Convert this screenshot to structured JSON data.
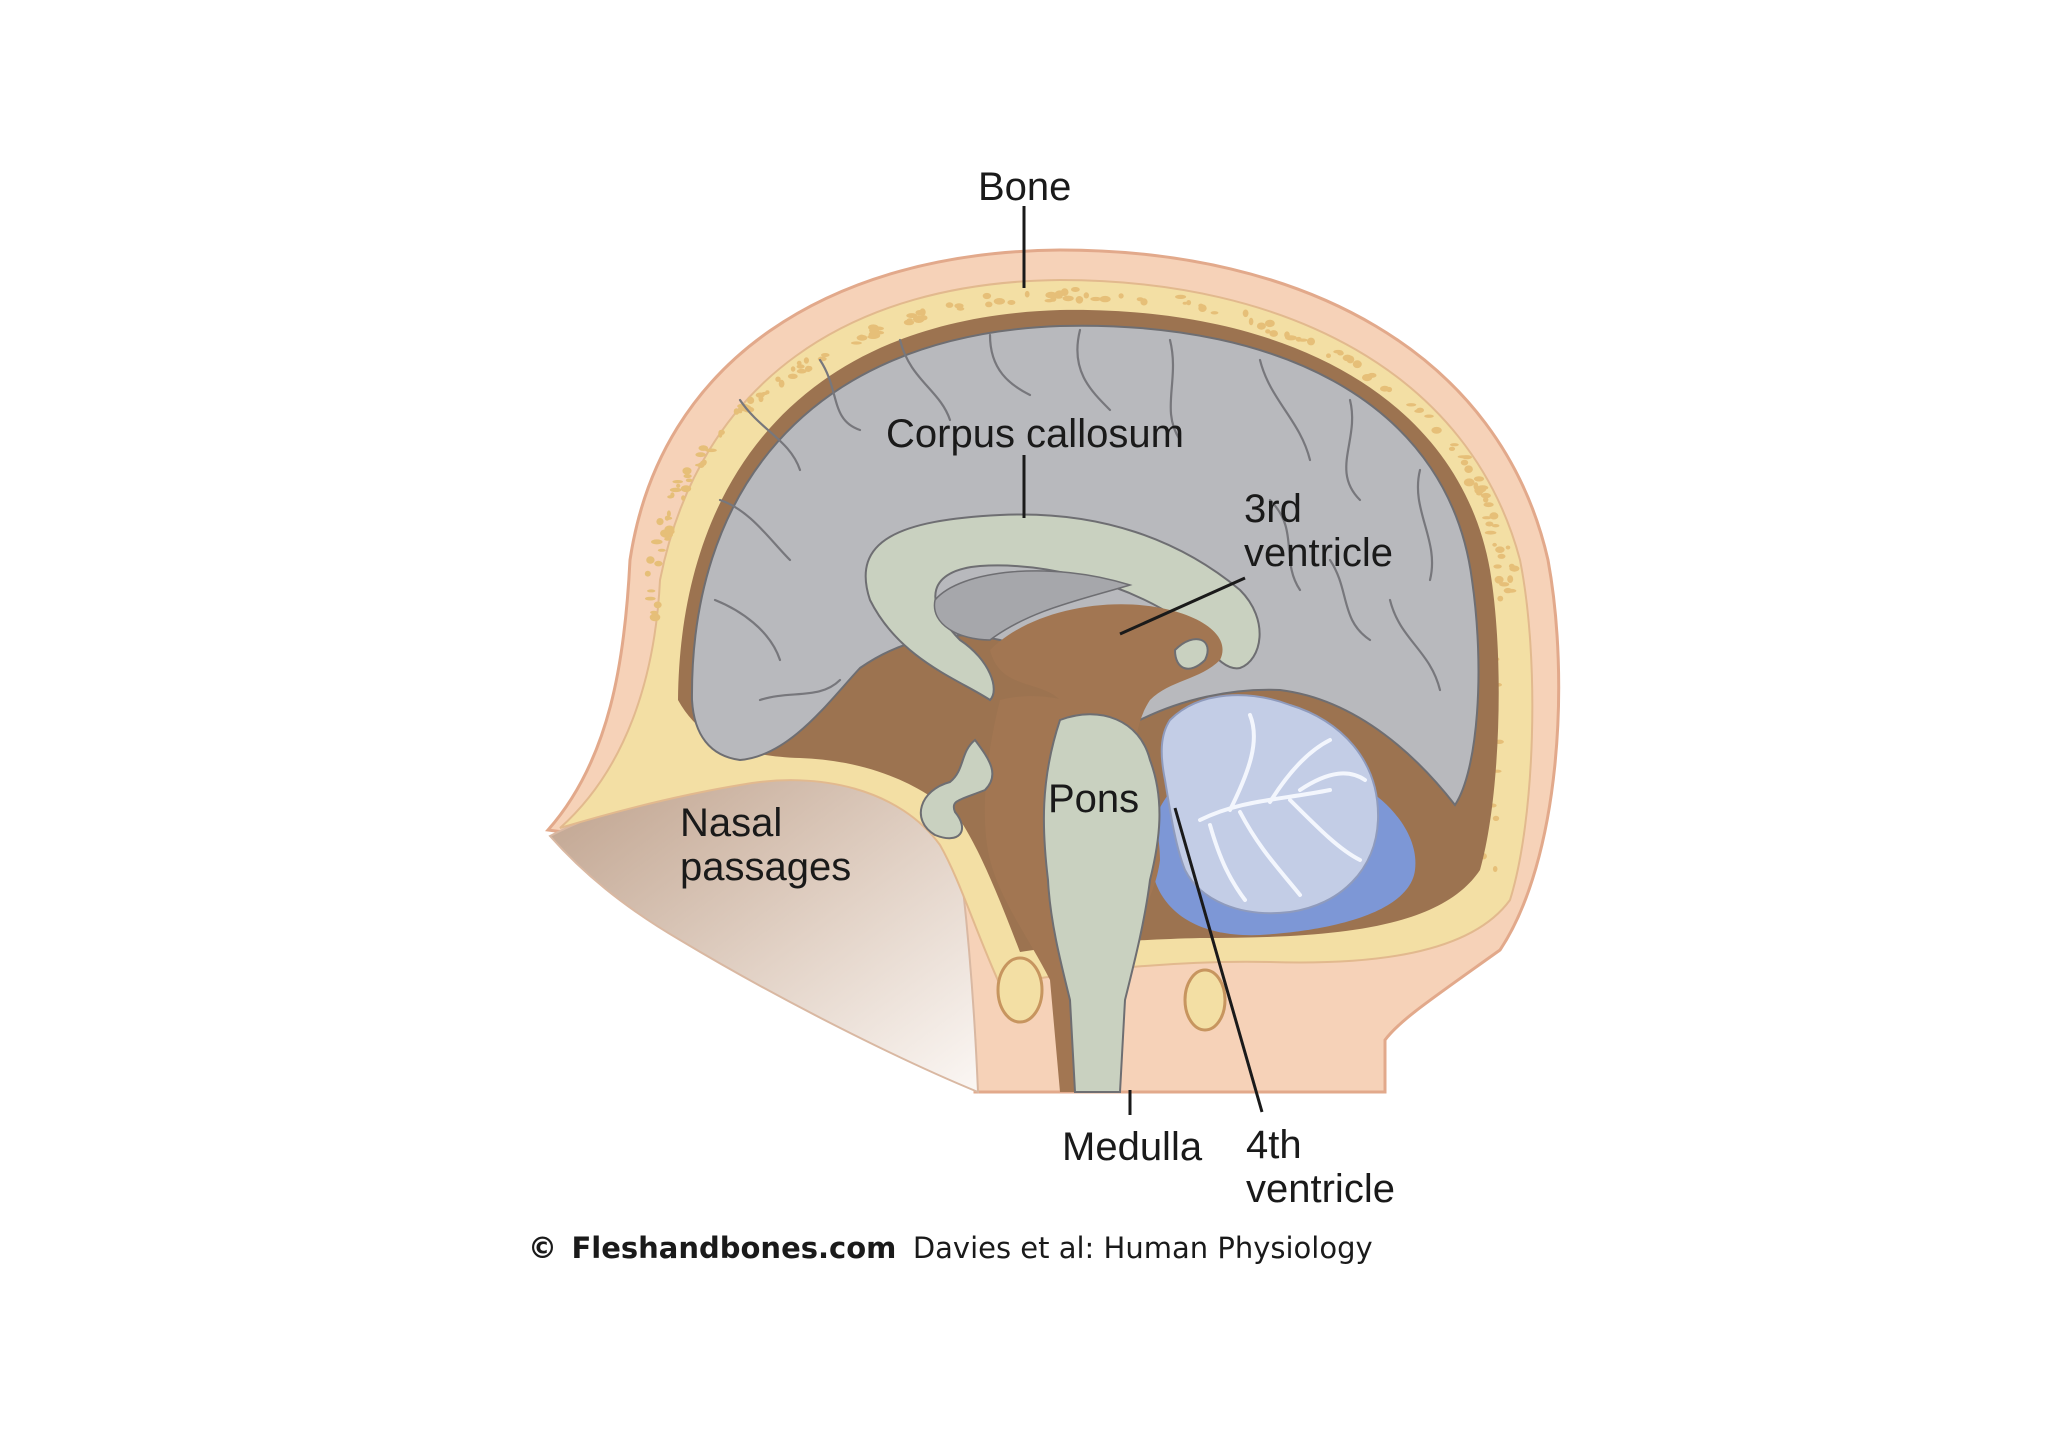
{
  "labels": {
    "bone": "Bone",
    "corpus_callosum": "Corpus callosum",
    "third_ventricle_line1": "3rd",
    "third_ventricle_line2": "ventricle",
    "nasal_line1": "Nasal",
    "nasal_line2": "passages",
    "pons": "Pons",
    "medulla": "Medulla",
    "fourth_ventricle_line1": "4th",
    "fourth_ventricle_line2": "ventricle"
  },
  "credit": {
    "symbol": "©",
    "site": "Fleshandbones.com",
    "source": "Davies et al: Human Physiology"
  },
  "colors": {
    "skin": "#f6d2b8",
    "skin_outline": "#e2a98b",
    "bone": "#f3dfa4",
    "bone_pores": "#e6bf78",
    "dura": "#9c7350",
    "cerebrum": "#b8b9bd",
    "white_matter": "#c9d1c0",
    "ventricle_fill": "#a27652",
    "cerebellum": "#c3cde6",
    "cerebellum_space": "#7d97d6",
    "nasal_dark": "#c7ac98",
    "nasal_light": "#f4ece6"
  }
}
